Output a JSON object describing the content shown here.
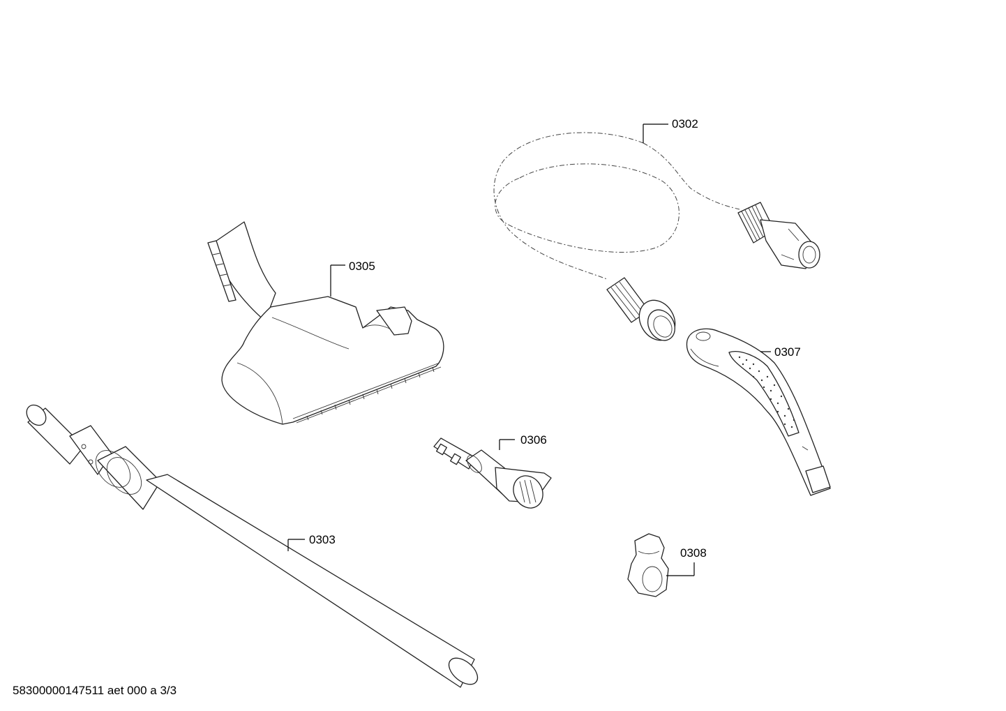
{
  "document_id": "58300000147511 aet 000 a 3/3",
  "parts": [
    {
      "id": "hose",
      "label": "0302",
      "icon": "hose-icon"
    },
    {
      "id": "tube",
      "label": "0303",
      "icon": "telescopic-tube-icon"
    },
    {
      "id": "floor-nozzle",
      "label": "0305",
      "icon": "floor-nozzle-icon"
    },
    {
      "id": "upholstery-nozzle",
      "label": "0306",
      "icon": "upholstery-nozzle-icon"
    },
    {
      "id": "handle",
      "label": "0307",
      "icon": "handle-icon"
    },
    {
      "id": "clip",
      "label": "0308",
      "icon": "clip-icon"
    }
  ]
}
